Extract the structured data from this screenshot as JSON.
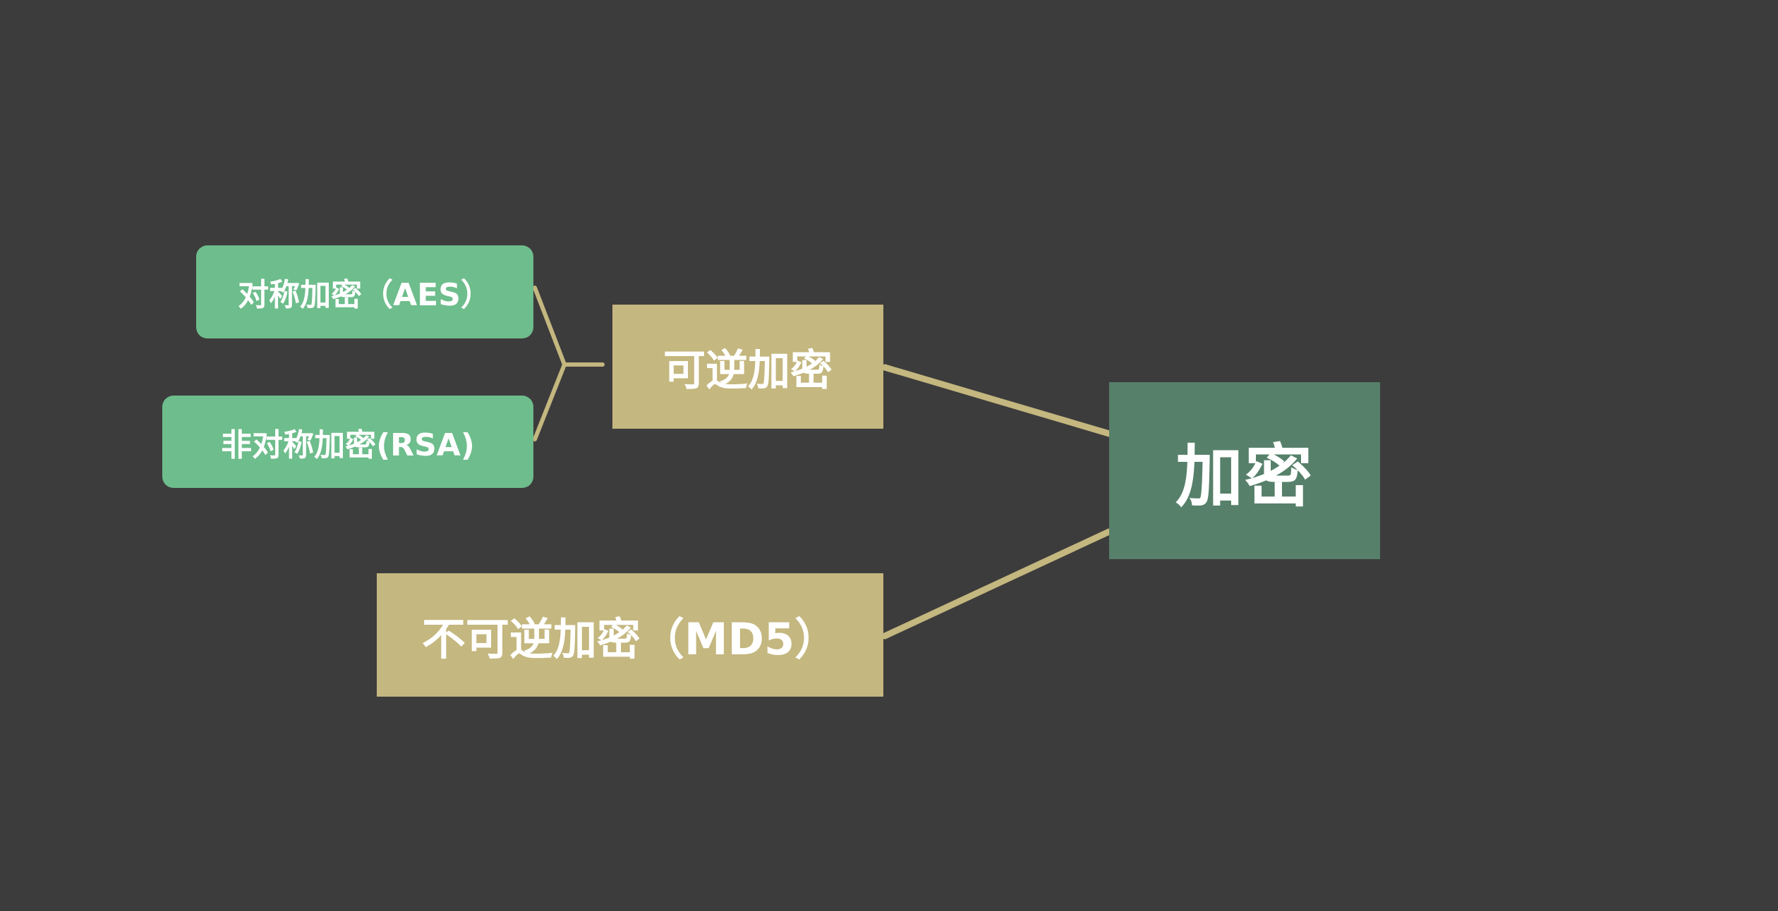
{
  "diagram": {
    "background_color": "#3d3c3c",
    "connector_color": "#c4b77f",
    "root": {
      "label": "加密",
      "color": "#56806a"
    },
    "branches": [
      {
        "label": "可逆加密",
        "color": "#c4b77f",
        "children": [
          {
            "label": "对称加密（AES）",
            "color": "#6ebd8c"
          },
          {
            "label": "非对称加密(RSA)",
            "color": "#6ebd8c"
          }
        ]
      },
      {
        "label": "不可逆加密（MD5）",
        "color": "#c4b77f",
        "children": []
      }
    ]
  }
}
